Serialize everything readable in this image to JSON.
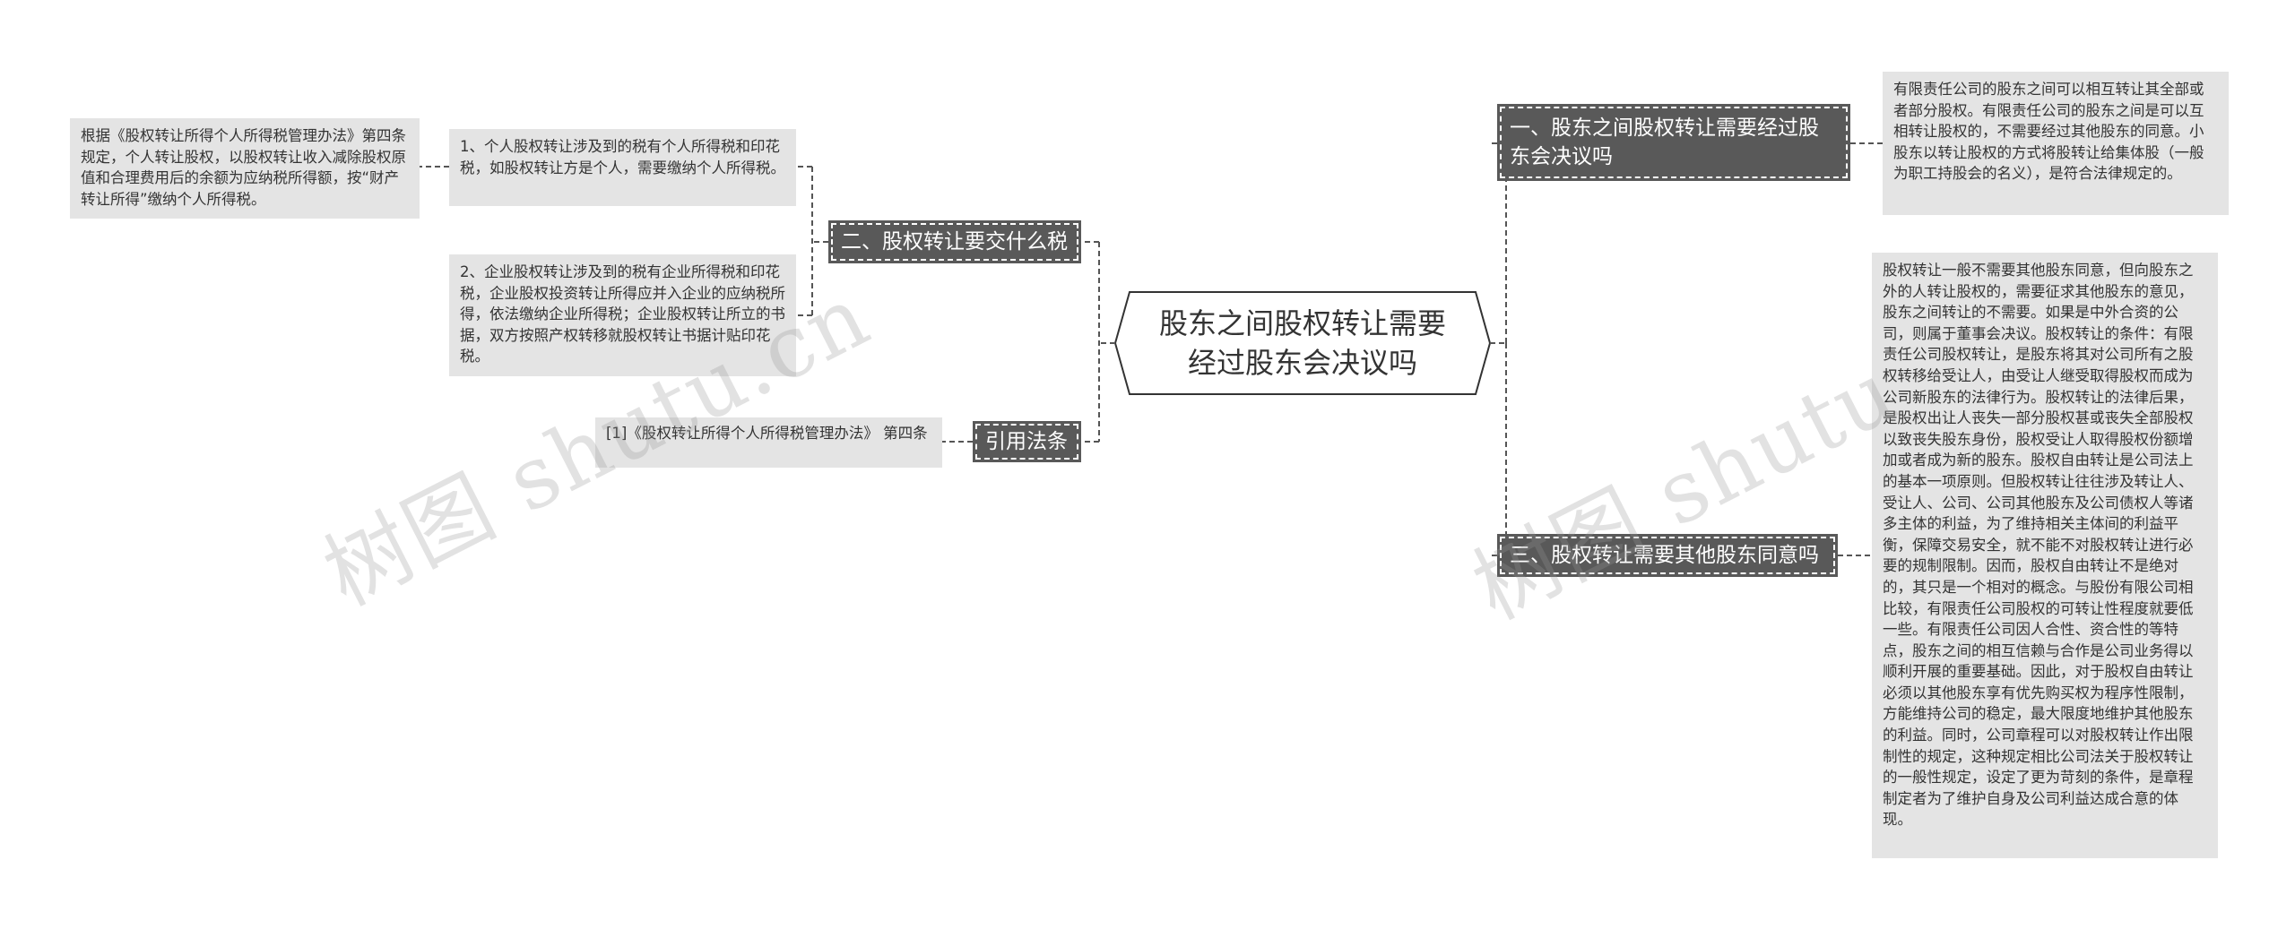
{
  "root": {
    "title": "股东之间股权转让需要经过股东会决议吗"
  },
  "branches": {
    "tax": {
      "label": "二、股权转让要交什么税",
      "items": [
        "1、个人股权转让涉及到的税有个人所得税和印花税，如股权转让方是个人，需要缴纳个人所得税。",
        "2、企业股权转让涉及到的税有企业所得税和印花税，企业股权投资转让所得应并入企业的应纳税所得，依法缴纳企业所得税；企业股权转让所立的书据，双方按照产权转移就股权转让书据计贴印花税。"
      ],
      "sub_item": "根据《股权转让所得个人所得税管理办法》第四条规定，个人转让股权，以股权转让收入减除股权原值和合理费用后的余额为应纳税所得额，按“财产转让所得”缴纳个人所得税。"
    },
    "law": {
      "label": "引用法条",
      "item": "[1]《股权转让所得个人所得税管理办法》 第四条"
    },
    "resolution": {
      "label": "一、股东之间股权转让需要经过股东会决议吗",
      "item": "有限责任公司的股东之间可以相互转让其全部或者部分股权。有限责任公司的股东之间是可以互相转让股权的，不需要经过其他股东的同意。小股东以转让股权的方式将股转让给集体股（一般为职工持股会的名义），是符合法律规定的。"
    },
    "consent": {
      "label": "三、股权转让需要其他股东同意吗",
      "item": "股权转让一般不需要其他股东同意，但向股东之外的人转让股权的，需要征求其他股东的意见，股东之间转让的不需要。如果是中外合资的公司，则属于董事会决议。股权转让的条件：有限责任公司股权转让，是股东将其对公司所有之股权转移给受让人，由受让人继受取得股权而成为公司新股东的法律行为。股权转让的法律后果，是股权出让人丧失一部分股权甚或丧失全部股权以致丧失股东身份，股权受让人取得股权份额增加或者成为新的股东。股权自由转让是公司法上的基本一项原则。但股权转让往往涉及转让人、受让人、公司、公司其他股东及公司债权人等诸多主体的利益，为了维持相关主体间的利益平衡，保障交易安全，就不能不对股权转让进行必要的规制限制。因而，股权自由转让不是绝对的，其只是一个相对的概念。与股份有限公司相比较，有限责任公司股权的可转让性程度就要低一些。有限责任公司因人合性、资合性的等特点，股东之间的相互信赖与合作是公司业务得以顺利开展的重要基础。因此，对于股权自由转让必须以其他股东享有优先购买权为程序性限制，方能维持公司的稳定，最大限度地维护其他股东的利益。同时，公司章程可以对股权转让作出限制性的规定，这种规定相比公司法关于股权转让的一般性规定，设定了更为苛刻的条件，是章程制定者为了维护自身及公司利益达成合意的体现。"
    }
  },
  "watermarks": [
    "树图 shutu.cn",
    "树图 shutu"
  ],
  "colors": {
    "branch_bg": "#595959",
    "leaf_bg": "#e4e4e4",
    "line": "#555555"
  }
}
